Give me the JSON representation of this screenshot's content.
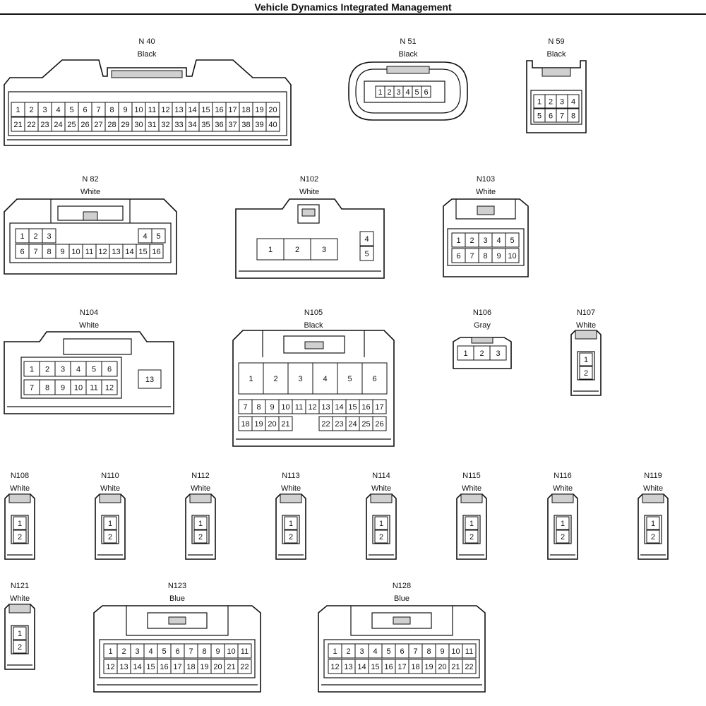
{
  "page": {
    "title": "Vehicle Dynamics Integrated Management"
  },
  "connectors": [
    {
      "id": "N 40",
      "color": "Black",
      "rows": [
        [
          "1",
          "2",
          "3",
          "4",
          "5",
          "6",
          "7",
          "8",
          "9",
          "10",
          "11",
          "12",
          "13",
          "14",
          "15",
          "16",
          "17",
          "18",
          "19",
          "20"
        ],
        [
          "21",
          "22",
          "23",
          "24",
          "25",
          "26",
          "27",
          "28",
          "29",
          "30",
          "31",
          "32",
          "33",
          "34",
          "35",
          "36",
          "37",
          "38",
          "39",
          "40"
        ]
      ]
    },
    {
      "id": "N 51",
      "color": "Black",
      "rows": [
        [
          "1",
          "2",
          "3",
          "4",
          "5",
          "6"
        ]
      ]
    },
    {
      "id": "N 59",
      "color": "Black",
      "rows": [
        [
          "1",
          "2",
          "3",
          "4"
        ],
        [
          "5",
          "6",
          "7",
          "8"
        ]
      ]
    },
    {
      "id": "N 82",
      "color": "White",
      "rows": [
        [
          "1",
          "2",
          "3",
          "4",
          "5"
        ],
        [
          "6",
          "7",
          "8",
          "9",
          "10",
          "11",
          "12",
          "13",
          "14",
          "15",
          "16"
        ]
      ]
    },
    {
      "id": "N102",
      "color": "White",
      "rows": [
        [
          "1",
          "2",
          "3"
        ],
        [
          "4",
          "5"
        ]
      ]
    },
    {
      "id": "N103",
      "color": "White",
      "rows": [
        [
          "1",
          "2",
          "3",
          "4",
          "5"
        ],
        [
          "6",
          "7",
          "8",
          "9",
          "10"
        ]
      ]
    },
    {
      "id": "N104",
      "color": "White",
      "rows": [
        [
          "1",
          "2",
          "3",
          "4",
          "5",
          "6"
        ],
        [
          "7",
          "8",
          "9",
          "10",
          "11",
          "12"
        ],
        [
          "13"
        ]
      ]
    },
    {
      "id": "N105",
      "color": "Black",
      "rows": [
        [
          "1",
          "2",
          "3",
          "4",
          "5",
          "6"
        ],
        [
          "7",
          "8",
          "9",
          "10",
          "11",
          "12",
          "13",
          "14",
          "15",
          "16",
          "17"
        ],
        [
          "18",
          "19",
          "20",
          "21",
          "22",
          "23",
          "24",
          "25",
          "26"
        ]
      ]
    },
    {
      "id": "N106",
      "color": "Gray",
      "rows": [
        [
          "1",
          "2",
          "3"
        ]
      ]
    },
    {
      "id": "N107",
      "color": "White",
      "rows": [
        [
          "1"
        ],
        [
          "2"
        ]
      ]
    },
    {
      "id": "N108",
      "color": "White",
      "rows": [
        [
          "1"
        ],
        [
          "2"
        ]
      ]
    },
    {
      "id": "N110",
      "color": "White",
      "rows": [
        [
          "1"
        ],
        [
          "2"
        ]
      ]
    },
    {
      "id": "N112",
      "color": "White",
      "rows": [
        [
          "1"
        ],
        [
          "2"
        ]
      ]
    },
    {
      "id": "N113",
      "color": "White",
      "rows": [
        [
          "1"
        ],
        [
          "2"
        ]
      ]
    },
    {
      "id": "N114",
      "color": "White",
      "rows": [
        [
          "1"
        ],
        [
          "2"
        ]
      ]
    },
    {
      "id": "N115",
      "color": "White",
      "rows": [
        [
          "1"
        ],
        [
          "2"
        ]
      ]
    },
    {
      "id": "N116",
      "color": "White",
      "rows": [
        [
          "1"
        ],
        [
          "2"
        ]
      ]
    },
    {
      "id": "N119",
      "color": "White",
      "rows": [
        [
          "1"
        ],
        [
          "2"
        ]
      ]
    },
    {
      "id": "N121",
      "color": "White",
      "rows": [
        [
          "1"
        ],
        [
          "2"
        ]
      ]
    },
    {
      "id": "N123",
      "color": "Blue",
      "rows": [
        [
          "1",
          "2",
          "3",
          "4",
          "5",
          "6",
          "7",
          "8",
          "9",
          "10",
          "11"
        ],
        [
          "12",
          "13",
          "14",
          "15",
          "16",
          "17",
          "18",
          "19",
          "20",
          "21",
          "22"
        ]
      ]
    },
    {
      "id": "N128",
      "color": "Blue",
      "rows": [
        [
          "1",
          "2",
          "3",
          "4",
          "5",
          "6",
          "7",
          "8",
          "9",
          "10",
          "11"
        ],
        [
          "12",
          "13",
          "14",
          "15",
          "16",
          "17",
          "18",
          "19",
          "20",
          "21",
          "22"
        ]
      ]
    }
  ]
}
